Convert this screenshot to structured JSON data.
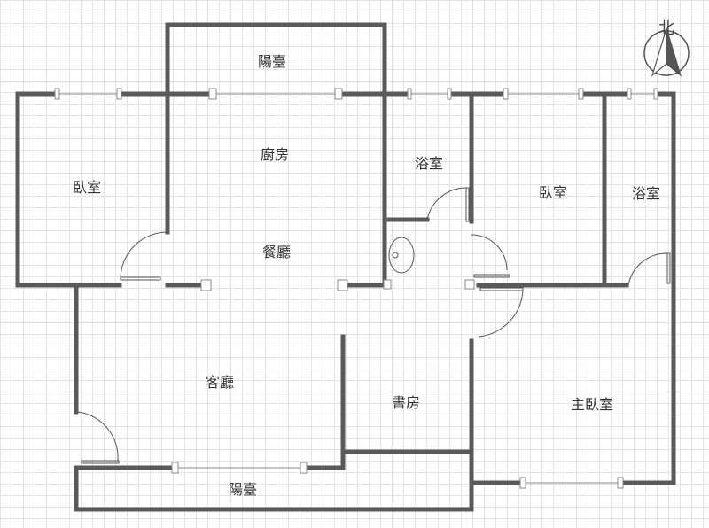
{
  "rooms": {
    "balcony_top": "陽臺",
    "kitchen": "廚房",
    "dining": "餐廳",
    "bedroom_left": "臥室",
    "bath_1": "浴室",
    "bedroom_mid": "臥室",
    "bath_2": "浴室",
    "living": "客廳",
    "study": "書房",
    "master_bedroom": "主臥室",
    "balcony_bottom": "陽臺"
  },
  "compass": {
    "label": "北"
  },
  "colors": {
    "wall": "#5a5a5a",
    "grid": "#e4e4e4"
  }
}
